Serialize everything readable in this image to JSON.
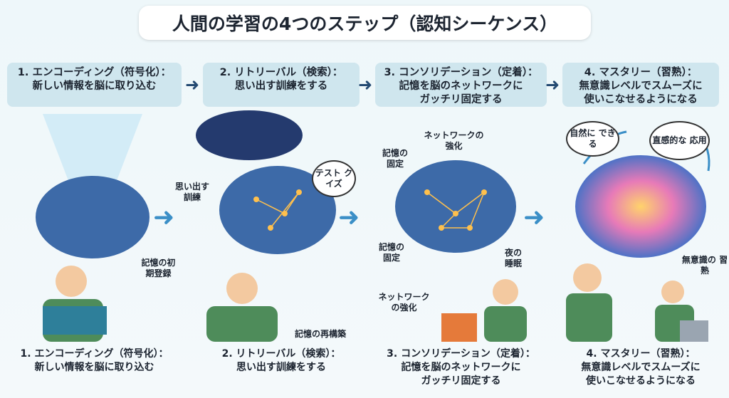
{
  "title": "人間の学習の4つのステップ（認知シーケンス）",
  "steps": [
    {
      "line1": "1. エンコーディング（符号化）：",
      "line2": "新しい情報を脳に取り込む",
      "line3": ""
    },
    {
      "line1": "2. リトリーバル（検索）：",
      "line2": "思い出す訓練をする",
      "line3": ""
    },
    {
      "line1": "3. コンソリデーション（定着）：",
      "line2": "記憶を脳のネットワークに",
      "line3": "ガッチリ固定する"
    },
    {
      "line1": "4. マスタリー（習熟）：",
      "line2": "無意識レベルでスムーズに",
      "line3": "使いこなせるようになる"
    }
  ],
  "labels": {
    "initial_registration": "記憶の初期登録",
    "recall_training": "思い出す訓練",
    "test_quiz": "テスト クイズ",
    "reconstruction": "記憶の再構築",
    "fixation_top": "記憶の固定",
    "network_top": "ネットワークの強化",
    "fixation_mid": "記憶の固定",
    "night_sleep": "夜の睡眠",
    "network_bottom": "ネットワーク の強化",
    "naturally": "自然に できる",
    "intuitive": "直感的な 応用",
    "unconscious": "無意識の 習熟"
  },
  "colors": {
    "step_box": "#cfe6ee",
    "arrow": "#244a72",
    "brain": "#3d6aa8",
    "glow": "#ffc04d"
  }
}
